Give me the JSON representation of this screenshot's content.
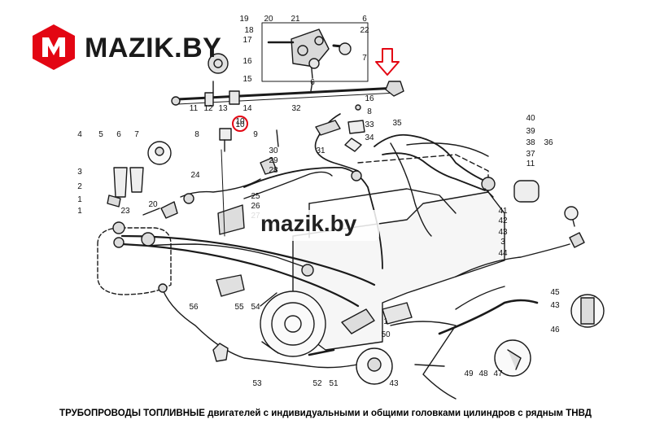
{
  "brand": {
    "name": "MAZIK.BY",
    "logo_letter": "M",
    "accent_color": "#e30613"
  },
  "watermark": {
    "text": "mazik.by"
  },
  "caption": {
    "bold": "ТРУБОПРОВОДЫ ТОПЛИВНЫЕ",
    "rest": "двигателей с индивидуальными и общими головками цилиндров с рядным ТНВД"
  },
  "highlight": {
    "label": "10",
    "color": "#e30613"
  },
  "callouts": [
    "19",
    "20",
    "21",
    "6",
    "18",
    "22",
    "17",
    "16",
    "15",
    "7",
    "6",
    "11",
    "12",
    "13",
    "14",
    "10",
    "8",
    "9",
    "16",
    "8",
    "32",
    "33",
    "34",
    "35",
    "4",
    "5",
    "6",
    "7",
    "30",
    "29",
    "28",
    "31",
    "3",
    "2",
    "1",
    "1",
    "23",
    "20",
    "24",
    "25",
    "26",
    "27",
    "40",
    "39",
    "38",
    "37",
    "36",
    "11",
    "41",
    "42",
    "43",
    "3",
    "44",
    "45",
    "43",
    "46",
    "56",
    "55",
    "54",
    "1",
    "50",
    "52",
    "53",
    "51",
    "43",
    "49",
    "48",
    "47"
  ]
}
